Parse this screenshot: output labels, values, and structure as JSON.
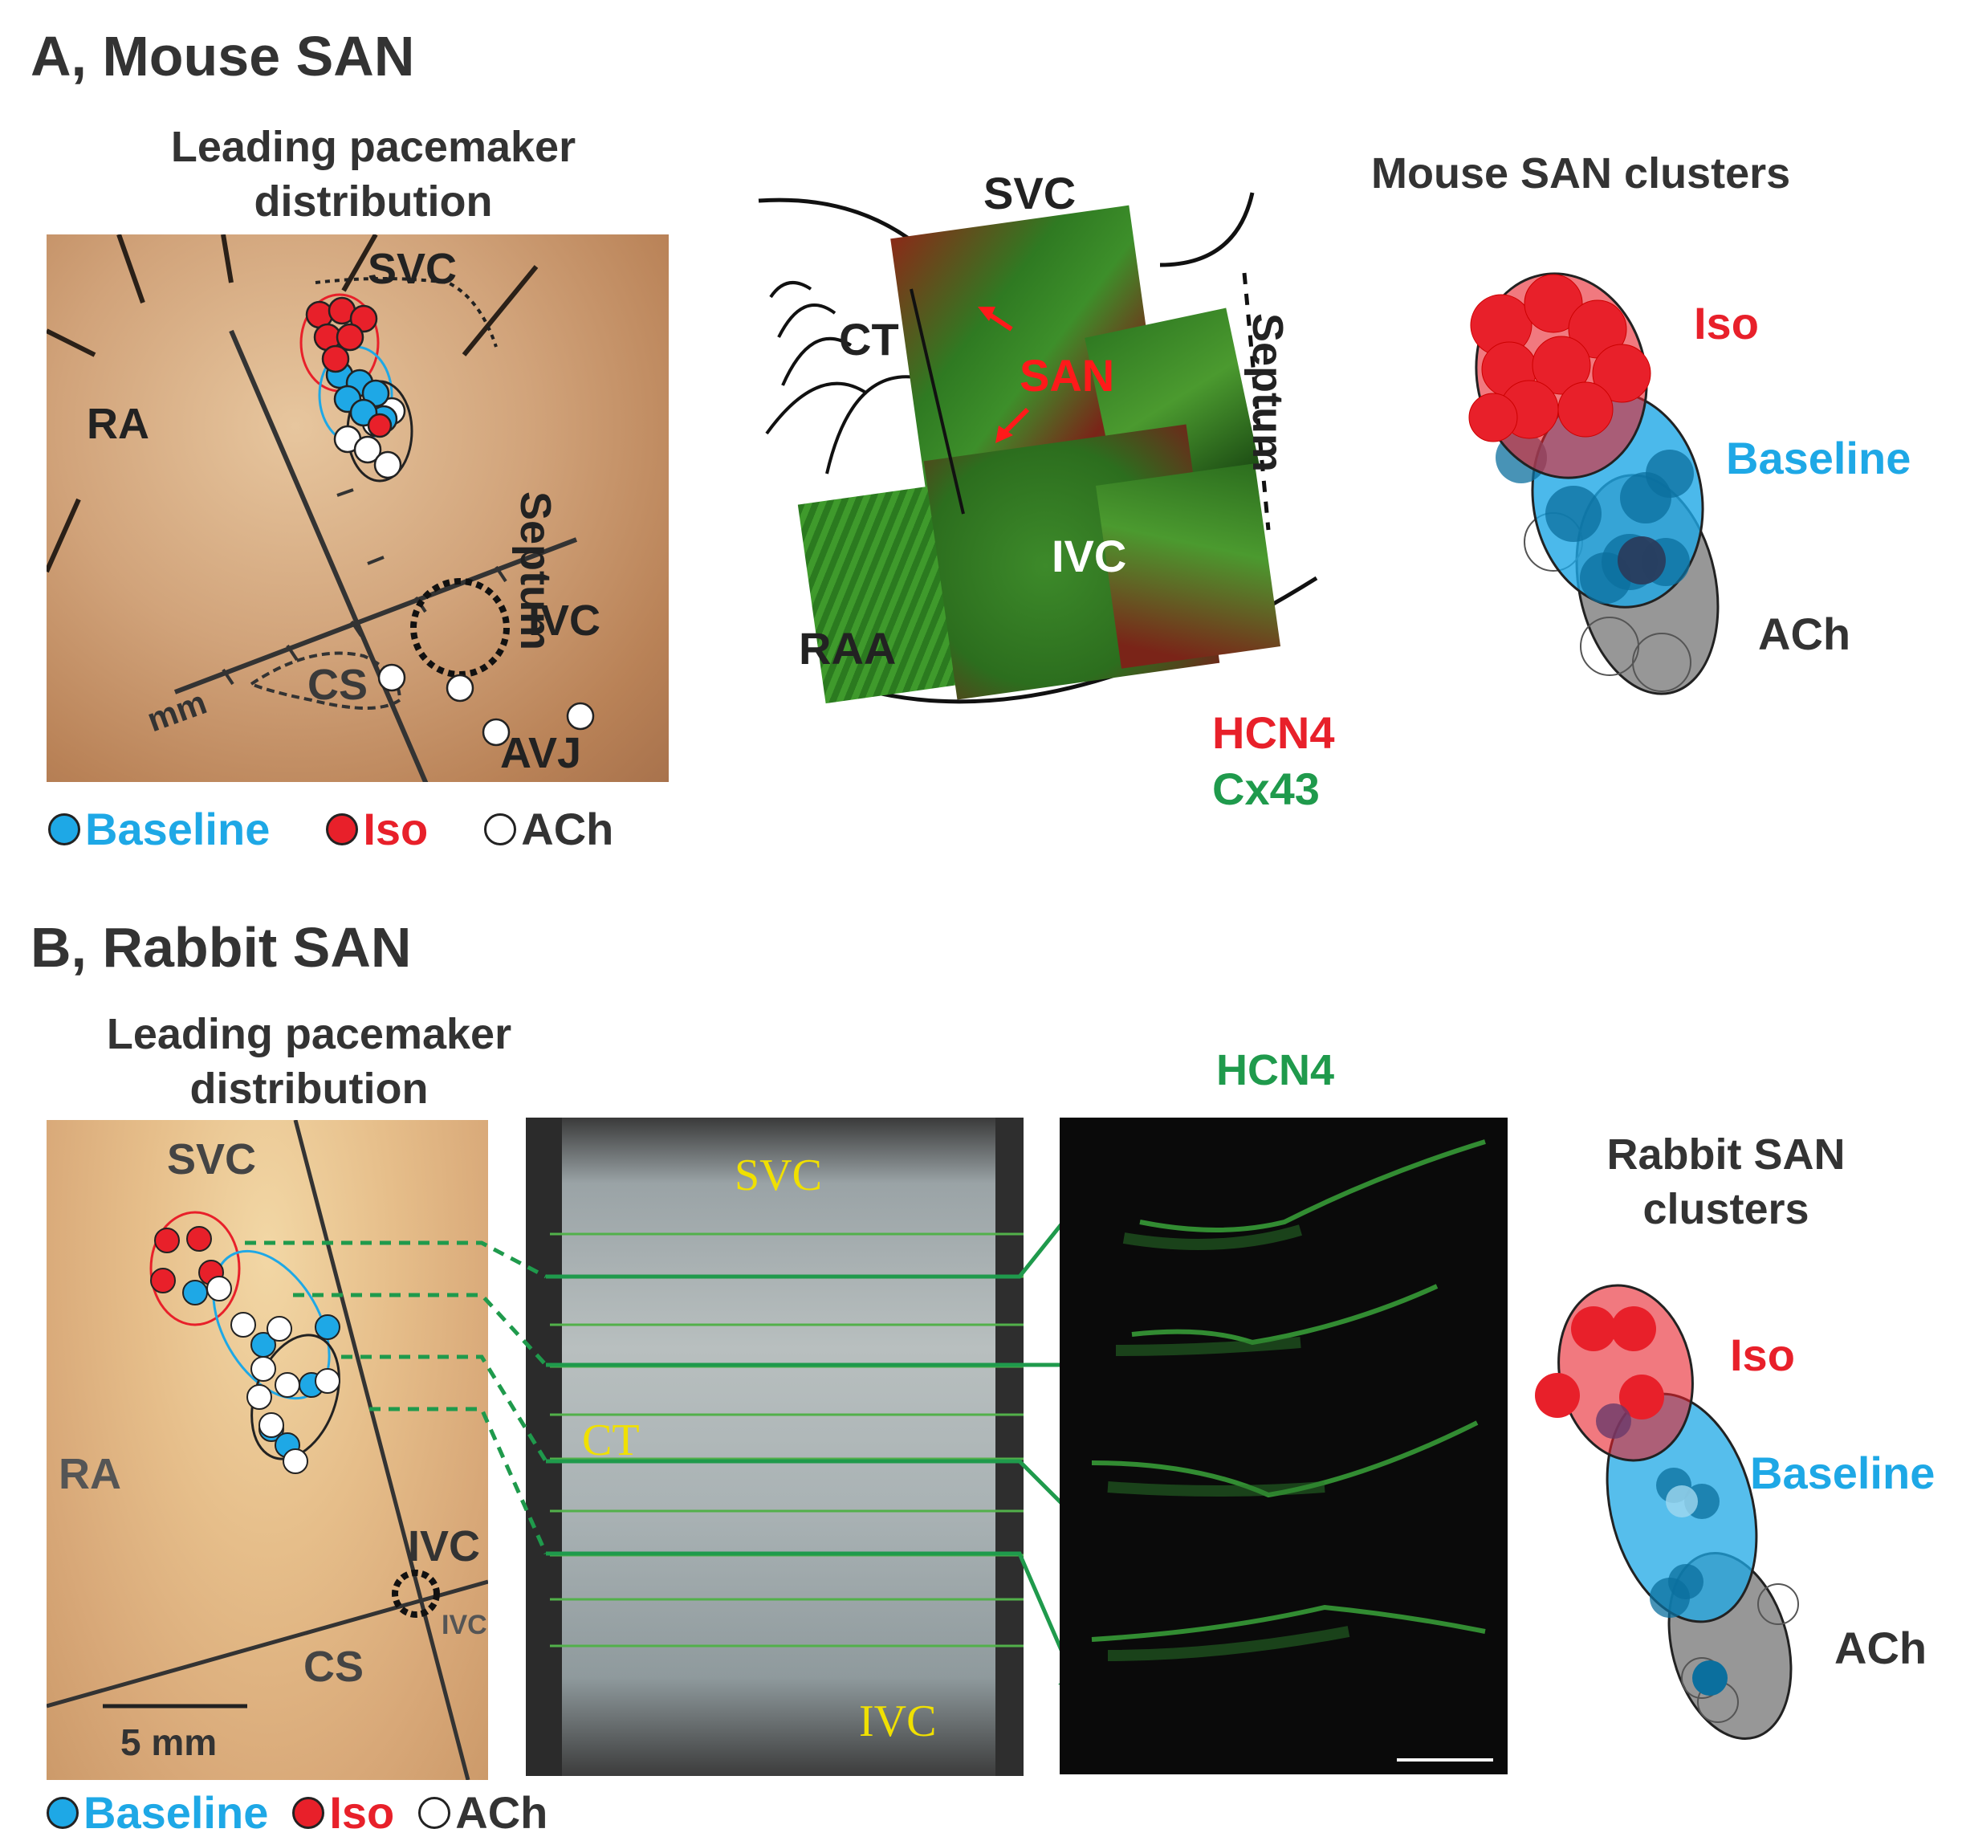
{
  "panelA": {
    "heading": "A, Mouse SAN",
    "map_title": "Leading pacemaker\ndistribution",
    "map_labels": {
      "svc": "SVC",
      "ra": "RA",
      "septum": "Septum",
      "ivc": "IVC",
      "cs": "CS",
      "mm": "mm",
      "avj": "AVJ"
    },
    "histo_labels": {
      "svc": "SVC",
      "ct": "CT",
      "san": "SAN",
      "septum": "Septum",
      "ivc": "IVC",
      "raa": "RAA"
    },
    "stain_legend": {
      "hcn4": "HCN4",
      "cx43": "Cx43"
    },
    "clusters_title": "Mouse SAN clusters",
    "cluster_labels": {
      "iso": "Iso",
      "baseline": "Baseline",
      "ach": "ACh"
    },
    "legend": {
      "baseline": "Baseline",
      "iso": "Iso",
      "ach": "ACh"
    }
  },
  "panelB": {
    "heading": "B, Rabbit SAN",
    "map_title": "Leading pacemaker\ndistribution",
    "map_labels": {
      "svc": "SVC",
      "ra": "RA",
      "ivc": "IVC",
      "ivc_small": "IVC",
      "cs": "CS",
      "scale": "5 mm"
    },
    "photo_labels": {
      "svc": "SVC",
      "ct": "CT",
      "ivc": "IVC"
    },
    "hcn4_title": "HCN4",
    "clusters_title": "Rabbit SAN\nclusters",
    "cluster_labels": {
      "iso": "Iso",
      "baseline": "Baseline",
      "ach": "ACh"
    },
    "legend": {
      "baseline": "Baseline",
      "iso": "Iso",
      "ach": "ACh"
    }
  },
  "colors": {
    "baseline": "#1ea8e6",
    "iso": "#e8202a",
    "ach": "#ffffff",
    "green": "#1f9a4c",
    "ach_cluster": "#8c8c8c"
  }
}
